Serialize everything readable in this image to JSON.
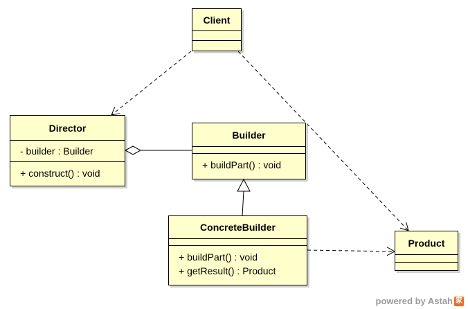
{
  "classes": {
    "client": {
      "name": "Client",
      "attributes": [],
      "operations": []
    },
    "director": {
      "name": "Director",
      "attributes": [
        "- builder : Builder"
      ],
      "operations": [
        "+ construct() : void"
      ]
    },
    "builder": {
      "name": "Builder",
      "attributes": [],
      "operations": [
        "+ buildPart() : void"
      ]
    },
    "concrete_builder": {
      "name": "ConcreteBuilder",
      "attributes": [],
      "operations": [
        "+ buildPart() : void",
        "+ getResult() : Product"
      ]
    },
    "product": {
      "name": "Product",
      "attributes": [],
      "operations": []
    }
  },
  "relationships": [
    {
      "kind": "dependency",
      "from": "Client",
      "to": "Director"
    },
    {
      "kind": "dependency",
      "from": "Client",
      "to": "Product"
    },
    {
      "kind": "aggregation",
      "whole": "Director",
      "part": "Builder"
    },
    {
      "kind": "generalization",
      "from": "ConcreteBuilder",
      "to": "Builder"
    },
    {
      "kind": "dependency",
      "from": "ConcreteBuilder",
      "to": "Product"
    }
  ],
  "footer": {
    "text": "powered by Astah",
    "logo_glyph": "家"
  },
  "colors": {
    "class_fill": "#ffffcc",
    "stroke": "#000000",
    "footer_text": "#9a9a9a",
    "logo": "#f06c1e"
  }
}
